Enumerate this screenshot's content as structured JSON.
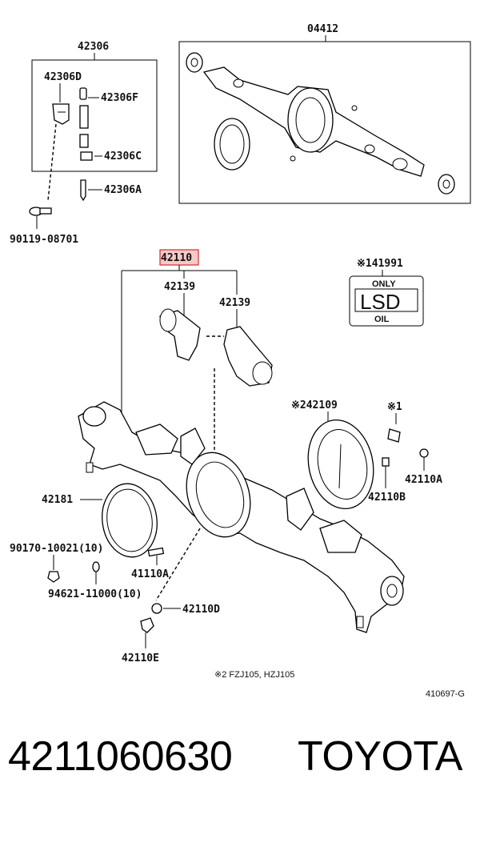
{
  "labels": {
    "p42306": "42306",
    "p42306D": "42306D",
    "p42306F": "42306F",
    "p42306C": "42306C",
    "p42306A": "42306A",
    "p90119": "90119-08701",
    "p04412": "04412",
    "p42110": "42110",
    "p42139a": "42139",
    "p42139b": "42139",
    "p141991": "※141991",
    "lsd_only": "ONLY",
    "lsd_main": "LSD",
    "lsd_oil": "OIL",
    "p42109": "※242109",
    "pstar1": "※1",
    "p42110A": "42110A",
    "p42110B": "42110B",
    "p42181": "42181",
    "p90170": "90170-10021(10)",
    "p41110A": "41110A",
    "p94621": "94621-11000(10)",
    "p42110D": "42110D",
    "p42110E": "42110E",
    "note2": "※2 FZJ105, HZJ105",
    "figure_code": "410697-G"
  },
  "footer": {
    "part_number": "4211060630",
    "brand": "TOYOTA"
  },
  "colors": {
    "highlight_fill": "#f6c9c9",
    "highlight_border": "#d03030"
  }
}
